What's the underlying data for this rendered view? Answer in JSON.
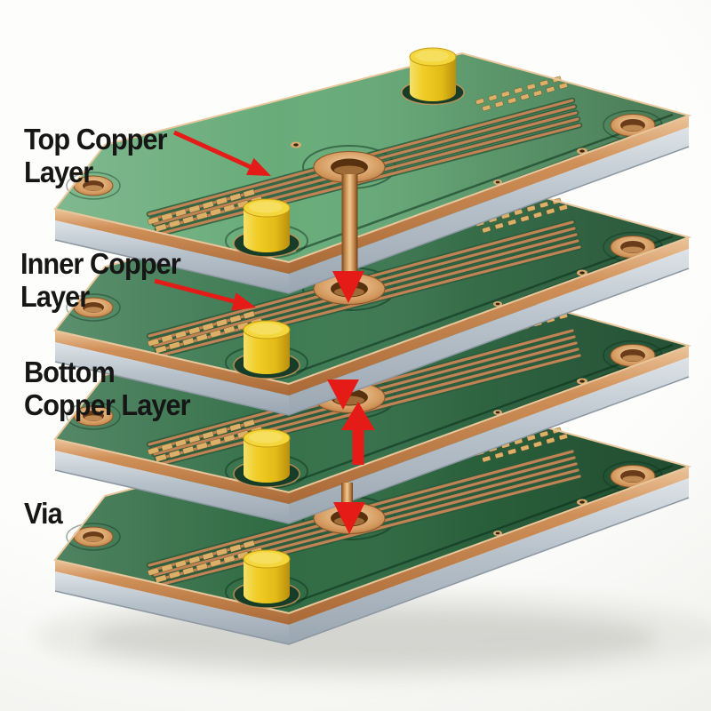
{
  "diagram": {
    "labels": {
      "top": {
        "line1": "Top Copper",
        "line2": "Layer"
      },
      "inner": {
        "line1": "Inner Copper",
        "line2": "Layer"
      },
      "bottom": {
        "line1": "Bottom",
        "line2": "Copper Layer"
      },
      "via": {
        "line1": "Via"
      }
    }
  },
  "colors": {
    "background": "#fafaf8",
    "text": "#161616",
    "arrow_red": "#e41b17",
    "board_green_top": "#68ab79",
    "board_green_inner": "#3d7a52",
    "board_green_bottom": "#35714a",
    "board_green_base": "#2f6b43",
    "copper": "#c28354",
    "copper_light": "#e8c79c",
    "copper_dark": "#8a5526",
    "substrate_gray": "#b3bdc6",
    "component_yellow": "#f0cf2a",
    "recess_dark": "#173d28",
    "hole_dark": "#58310f"
  }
}
